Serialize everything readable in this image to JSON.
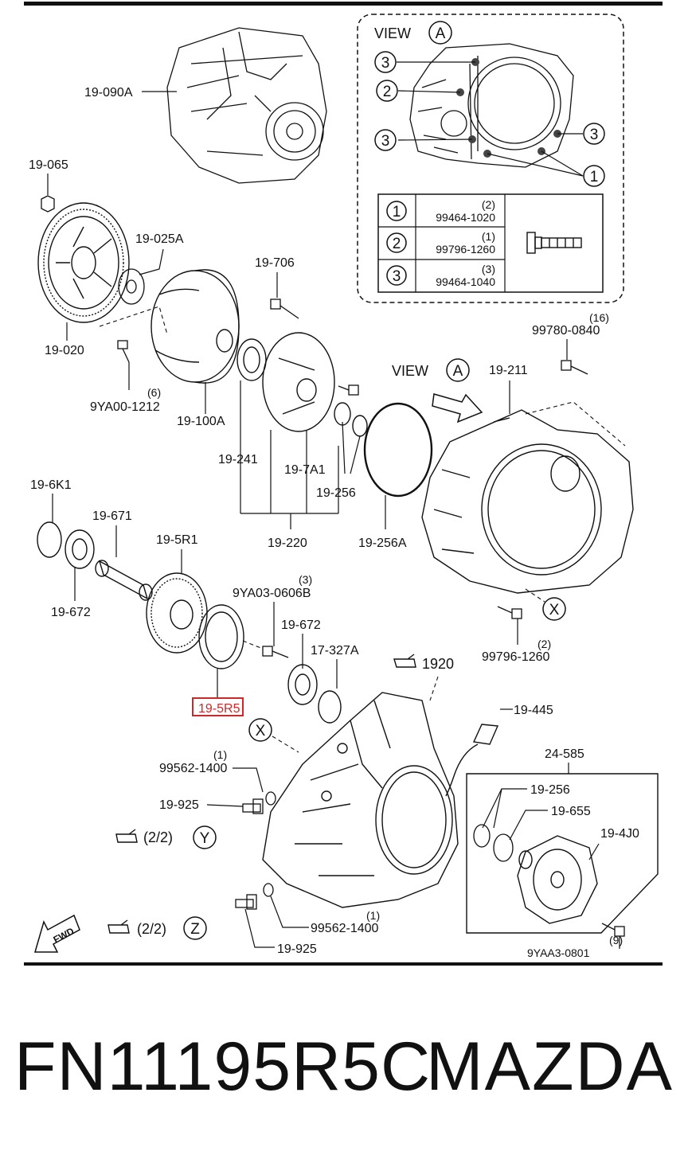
{
  "labels": {
    "p19090a": "19-090A",
    "p19065": "19-065",
    "p19025a": "19-025A",
    "p19706": "19-706",
    "p19020": "19-020",
    "p9ya00": "9YA00-1212",
    "p9ya00_qty": "(6)",
    "p19100a": "19-100A",
    "p19241": "19-241",
    "p197a1": "19-7A1",
    "p19256": "19-256",
    "p19220": "19-220",
    "p19256a": "19-256A",
    "p19211": "19-211",
    "p99780": "99780-0840",
    "p99780_qty": "(16)",
    "p196k1": "19-6K1",
    "p19671": "19-671",
    "p195r1": "19-5R1",
    "p19672a": "19-672",
    "p9ya03": "9YA03-0606B",
    "p9ya03_qty": "(3)",
    "p19672b": "19-672",
    "p17327a": "17-327A",
    "p99796": "99796-1260",
    "p99796_qty": "(2)",
    "p195r5": "19-5R5",
    "ref1920": "1920",
    "p19445": "19-445",
    "p24585": "24-585",
    "p99562a": "99562-1400",
    "p99562a_qty": "(1)",
    "p19925a": "19-925",
    "p19256b": "19-256",
    "p19655": "19-655",
    "p194j0": "19-4J0",
    "ref22a": "(2/2)",
    "ref22b": "(2/2)",
    "p99562b": "99562-1400",
    "p99562b_qty": "(1)",
    "p19925b": "19-925",
    "p9yaa3": "9YAA3-0801",
    "p9yaa3_qty": "(9)",
    "fwd": "FWD",
    "circle_x1": "X",
    "circle_x2": "X",
    "circle_y": "Y",
    "circle_z": "Z"
  },
  "view_inset": {
    "title": "VIEW",
    "letter": "A",
    "callouts": [
      "3",
      "2",
      "3",
      "3",
      "1"
    ],
    "table": [
      {
        "num": "1",
        "qty": "(2)",
        "part": "99464-1020"
      },
      {
        "num": "2",
        "qty": "(1)",
        "part": "99796-1260"
      },
      {
        "num": "3",
        "qty": "(3)",
        "part": "99464-1040"
      }
    ]
  },
  "view_arrow": {
    "title": "VIEW",
    "letter": "A"
  },
  "footer": {
    "part_code": "FN11195R5C",
    "brand": "MAZDA"
  },
  "colors": {
    "highlight": "#cc2a2a",
    "ink": "#111111"
  }
}
